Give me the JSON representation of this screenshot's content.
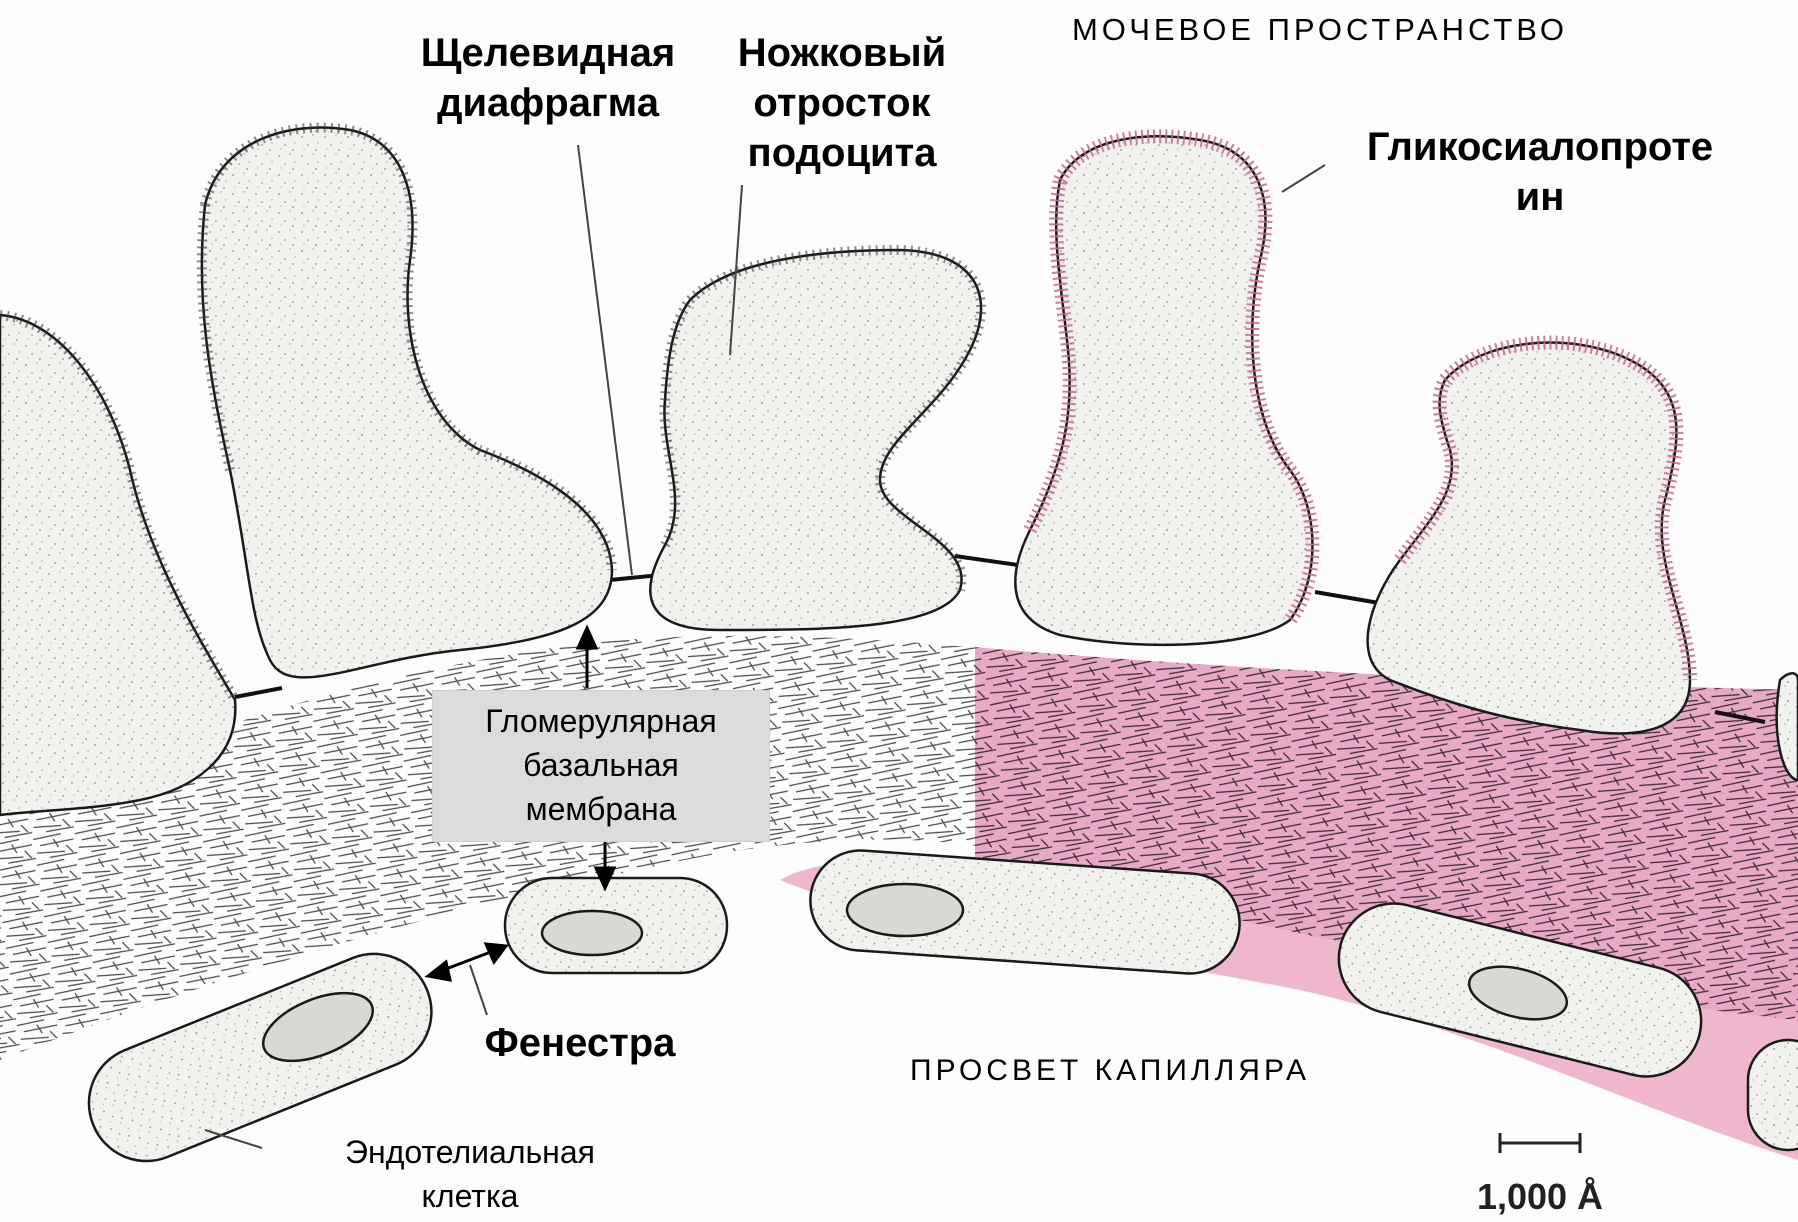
{
  "labels": {
    "slit_diaphragm": [
      "Щелевидная",
      "диафрагма"
    ],
    "foot_process": [
      "Ножковый",
      "отросток",
      "подоцита"
    ],
    "urinary_space": "МОЧЕВОЕ ПРОСТРАНСТВО",
    "glycosialoprotein": [
      "Гликосиалопроте",
      "ин"
    ],
    "gbm": [
      "Гломерулярная",
      "базальная",
      "мембрана"
    ],
    "fenestra": "Фенестра",
    "capillary_lumen": "ПРОСВЕТ КАПИЛЛЯРА",
    "endothelial_cell": [
      "Эндотелиальная",
      "клетка"
    ],
    "scale_bar": "1,000 Å"
  },
  "colors": {
    "glycocalyx_pink": "#e7a9c5",
    "lumen_pink": "#efb6cd",
    "cell_fill": "#f1f1ee",
    "outline": "#1a1a1a",
    "gbm_box": "#dcdcdc"
  }
}
